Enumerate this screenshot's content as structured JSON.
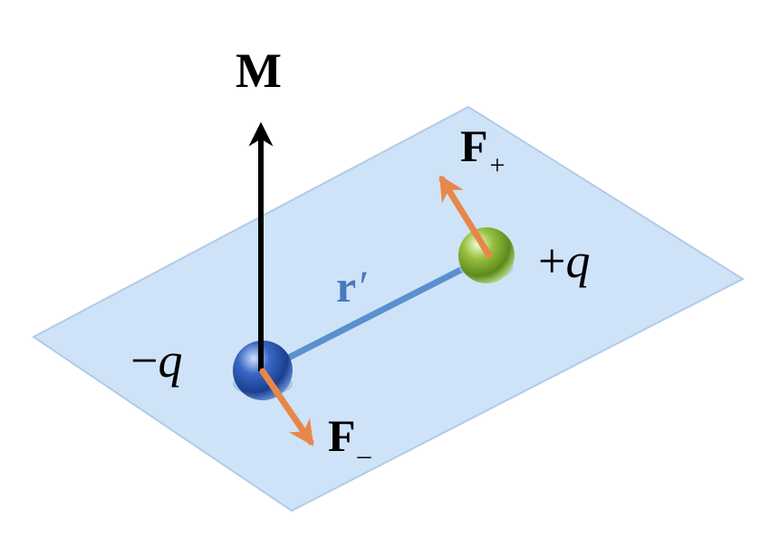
{
  "labels": {
    "moment": "M",
    "force_plus": "F",
    "force_plus_sub": "+",
    "force_minus": "F",
    "force_minus_sub": "–",
    "r_vector": "r",
    "r_prime": "′",
    "charge_plus_sign": "+",
    "charge_plus_q": "q",
    "charge_minus_sign": "−",
    "charge_minus_q": "q"
  },
  "colors": {
    "plane_fill": "#cfe3f8",
    "plane_edge": "#b2cbe6",
    "moment_arrow": "#000000",
    "r_arrow": "#5b8fcf",
    "force_arrow": "#e8874a",
    "negative_charge": "#2a55b0",
    "positive_charge": "#7fae2e"
  }
}
